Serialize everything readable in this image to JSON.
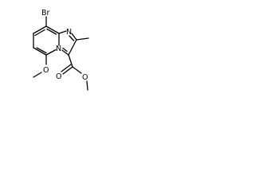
{
  "molecule": {
    "atoms": {
      "br": "Br",
      "n_imidazole": "N",
      "n_bridgehead": "N",
      "o_methoxy": "O",
      "o_carbonyl": "O",
      "o_ester": "O"
    }
  },
  "colors": {
    "bond": "#000000",
    "text": "#000000",
    "background": "#ffffff"
  }
}
